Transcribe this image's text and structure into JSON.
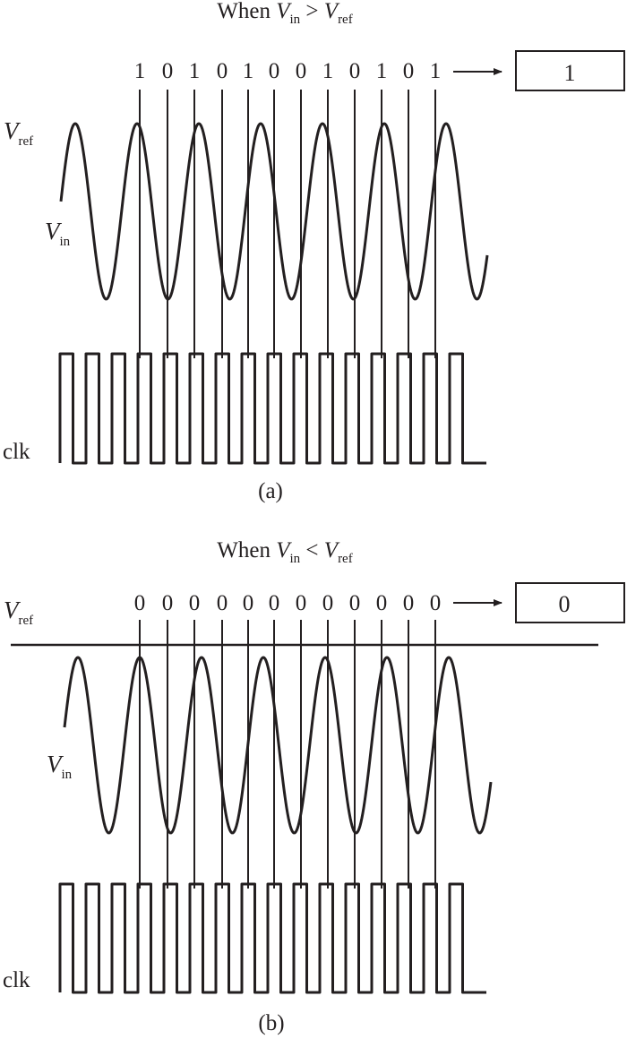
{
  "panels": [
    {
      "label": "(a)",
      "title": {
        "prefix": "When ",
        "v1": "V",
        "s1": "in",
        "op": " > ",
        "v2": "V",
        "s2": "ref"
      },
      "bits": [
        "1",
        "0",
        "1",
        "0",
        "1",
        "0",
        "0",
        "1",
        "0",
        "1",
        "0",
        "1"
      ],
      "output": "1",
      "vref": {
        "v": "V",
        "sub": "ref"
      },
      "vin": {
        "v": "V",
        "sub": "in"
      },
      "clk_label": "clk",
      "vref_line_shown": false
    },
    {
      "label": "(b)",
      "title": {
        "prefix": "When ",
        "v1": "V",
        "s1": "in",
        "op": " < ",
        "v2": "V",
        "s2": "ref"
      },
      "bits": [
        "0",
        "0",
        "0",
        "0",
        "0",
        "0",
        "0",
        "0",
        "0",
        "0",
        "0",
        "0"
      ],
      "output": "0",
      "vref": {
        "v": "V",
        "sub": "ref"
      },
      "vin": {
        "v": "V",
        "sub": "in"
      },
      "clk_label": "clk",
      "vref_line_shown": true
    }
  ],
  "colors": {
    "ink": "#231f20",
    "background": "#ffffff"
  }
}
